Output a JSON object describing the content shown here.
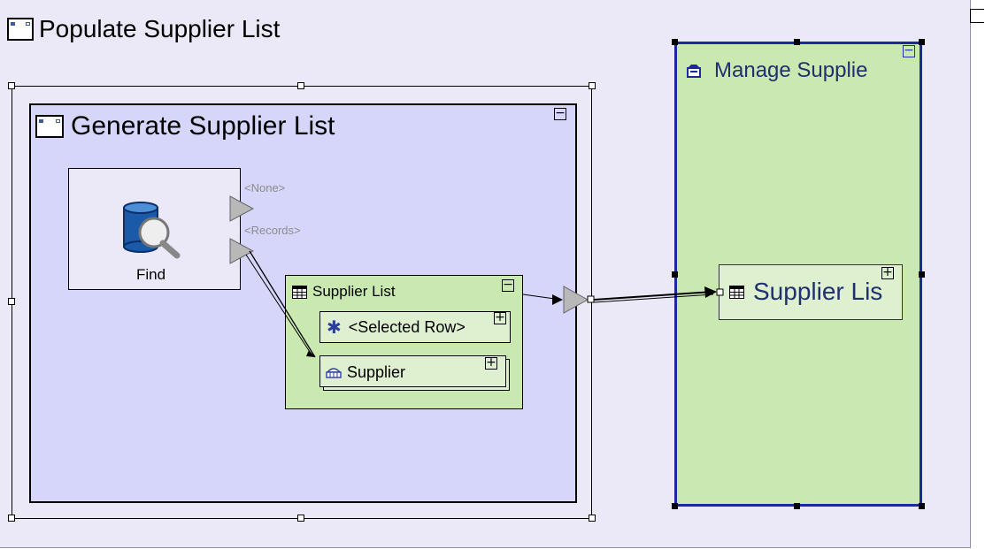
{
  "outer_frame": {
    "title": "Populate Supplier List"
  },
  "inner_frame": {
    "title": "Generate Supplier List",
    "toggle": "−"
  },
  "find_node": {
    "label": "Find",
    "port_none": "<None>",
    "port_records": "<Records>"
  },
  "supplier_list_node": {
    "title": "Supplier List",
    "toggle": "−",
    "rows": [
      {
        "label": "<Selected Row>",
        "toggle": "+"
      },
      {
        "label": "Supplier",
        "toggle": "+"
      }
    ]
  },
  "manage_panel": {
    "title": "Manage Supplie",
    "toggle": "−"
  },
  "supplier_list_target": {
    "label": "Supplier Lis",
    "toggle": "+"
  },
  "colors": {
    "canvas": "#ebe9f8",
    "inner_frame": "#d6d6fb",
    "green": "#cae9b1",
    "panel_border": "#1a2a9c"
  },
  "icons": [
    "frame-icon",
    "database-search-icon",
    "table-icon",
    "asterisk-icon",
    "entity-icon",
    "folder-icon"
  ]
}
